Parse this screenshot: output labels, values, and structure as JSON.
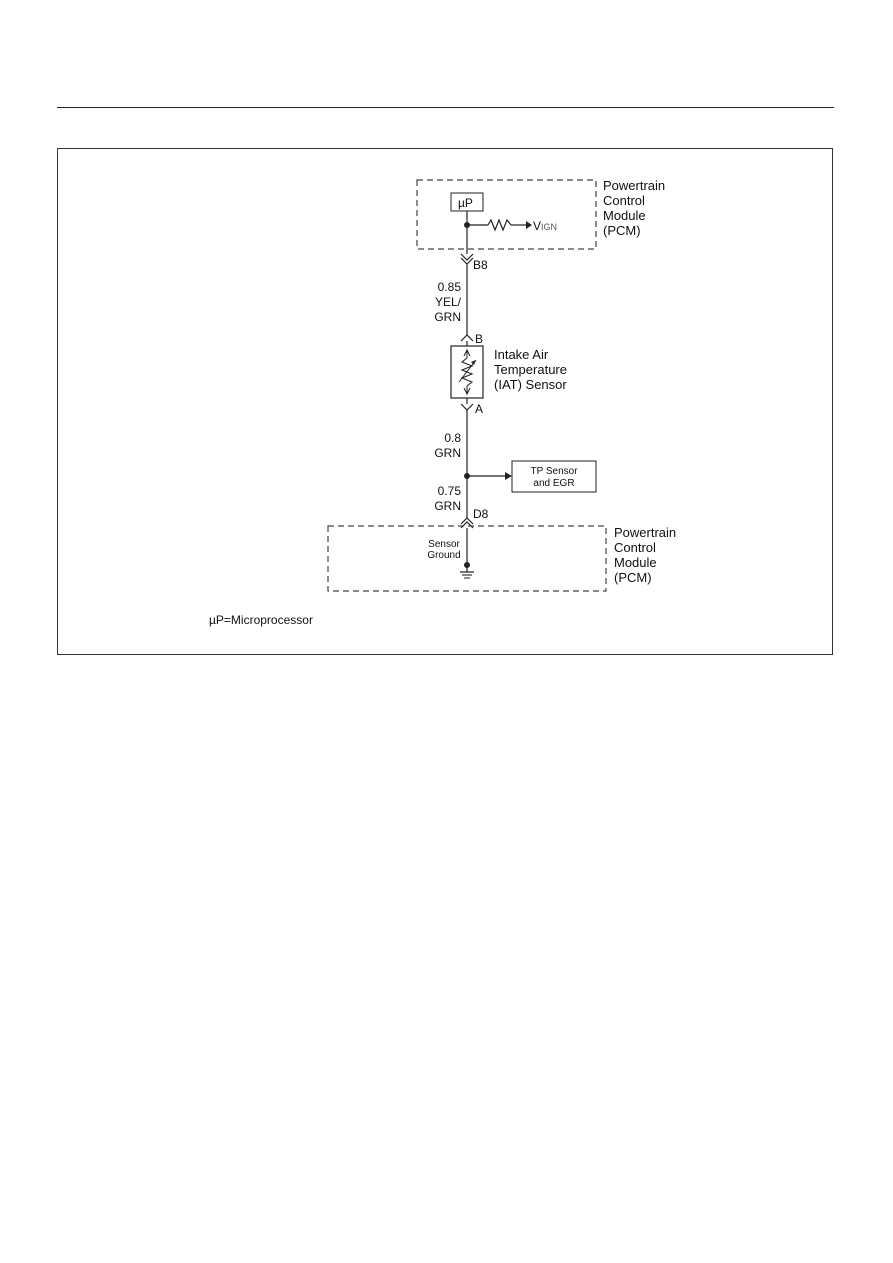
{
  "pcm_top": {
    "label_lines": [
      "Powertrain",
      "Control",
      "Module",
      "(PCM)"
    ],
    "microprocessor_box": "µP",
    "vign_main": "V",
    "vign_sub": "IGN"
  },
  "wire_upper": {
    "connector": "B8",
    "gauge": "0.85",
    "color_lines": [
      "YEL/",
      "GRN"
    ]
  },
  "iat_sensor": {
    "pin_top": "B",
    "pin_bottom": "A",
    "label_lines": [
      "Intake Air",
      "Temperature",
      "(IAT) Sensor"
    ]
  },
  "wire_middle": {
    "gauge": "0.8",
    "color": "GRN"
  },
  "tp_box": {
    "label_lines": [
      "TP Sensor",
      "and EGR"
    ]
  },
  "wire_lower": {
    "gauge": "0.75",
    "color": "GRN",
    "connector": "D8"
  },
  "pcm_bottom": {
    "label_lines": [
      "Powertrain",
      "Control",
      "Module",
      "(PCM)"
    ],
    "ground_lines": [
      "Sensor",
      "Ground"
    ]
  },
  "footnote": "µP=Microprocessor"
}
